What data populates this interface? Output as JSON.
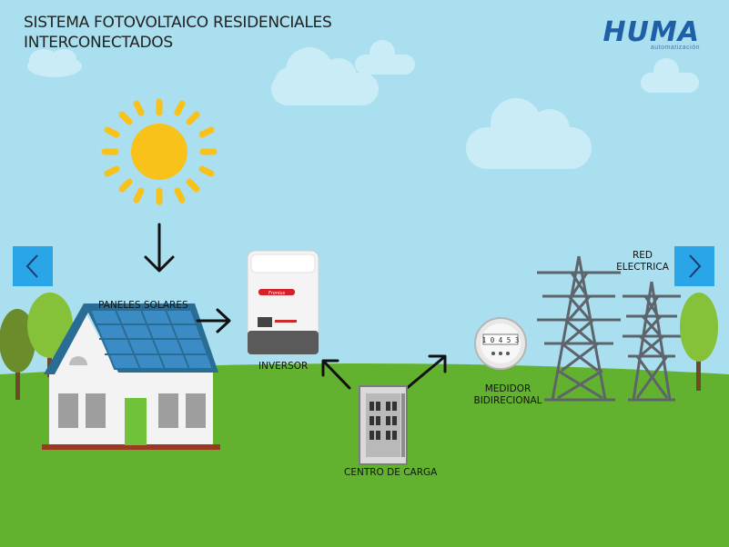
{
  "title": {
    "line1": "SISTEMA FOTOVOLTAICO RESIDENCIALES",
    "line2": "INTERCONECTADOS"
  },
  "logo": {
    "brand": "HUMA",
    "tagline": "automatización"
  },
  "labels": {
    "paneles": "PANELES SOLARES",
    "inversor": "INVERSOR",
    "centro": "CENTRO DE CARGA",
    "medidor_l1": "MEDIDOR",
    "medidor_l2": "BIDIRECIONAL",
    "red_l1": "RED",
    "red_l2": "ELECTRICA"
  },
  "inverter_brand": "Fronius",
  "meter_reading": "1 0 4 5 3",
  "nav": {
    "prev_icon": "chevron-left-icon",
    "next_icon": "chevron-right-icon"
  },
  "colors": {
    "sky": "#a9dfee",
    "grass": "#63b22f",
    "sun": "#f9c21a",
    "nav": "#2aa6e8",
    "brand": "#1f5fa8"
  }
}
